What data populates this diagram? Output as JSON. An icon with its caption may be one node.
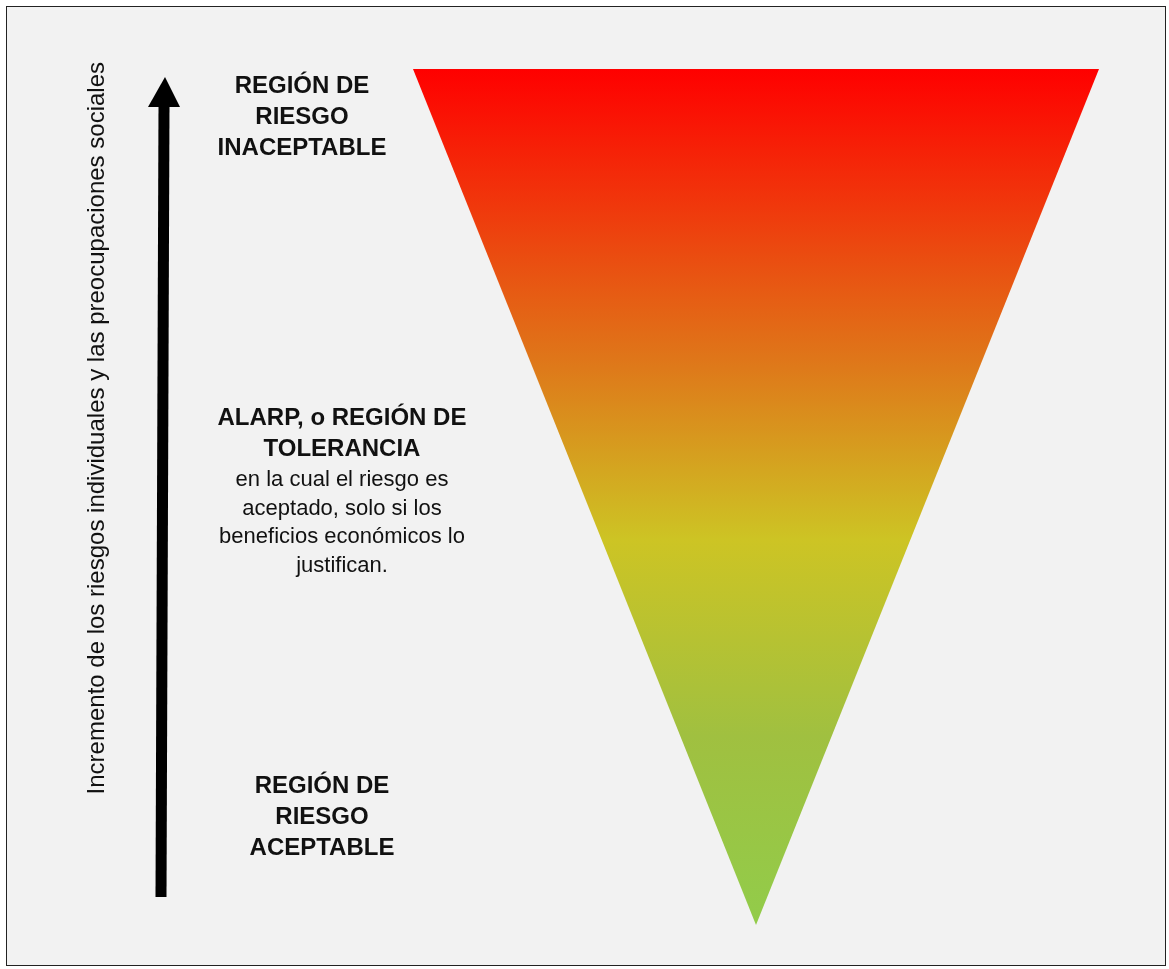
{
  "diagram": {
    "labels": [
      "Incremento de los riesgos individuales y las preocupaciones sociales",
      "REGIÓN DE RIESGO INACEPTABLE",
      "ALARP, o REGIÓN DE TOLERANCIA",
      "en la cual el riesgo es aceptado, solo si los beneficios económicos lo justifican.",
      "REGIÓN DE RIESGO ACEPTABLE"
    ]
  }
}
